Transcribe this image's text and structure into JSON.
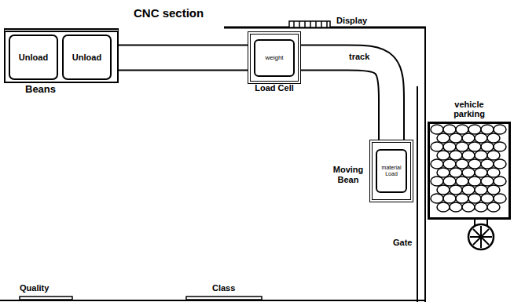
{
  "diagram": {
    "title": "CNC section",
    "nodes": [
      {
        "text": [
          "Beans"
        ]
      },
      {
        "text": [
          "Unload"
        ],
        "in": 0
      },
      {
        "text": [
          "Unload"
        ],
        "in": 0
      },
      {
        "text": [
          "weight",
          "Load Cell"
        ]
      },
      {
        "text": [
          "Display"
        ]
      },
      {
        "text": [
          "vehicle parking"
        ]
      },
      {
        "text": [
          "material Load",
          "Moving Bean"
        ]
      }
    ],
    "edges": [
      {
        "from": 0,
        "to": 3,
        "arrow": "none"
      },
      {
        "from": 3,
        "to": 6,
        "arrow": "none",
        "label": "track"
      }
    ],
    "labels": [
      "Gate",
      "Quality",
      "Class"
    ]
  }
}
